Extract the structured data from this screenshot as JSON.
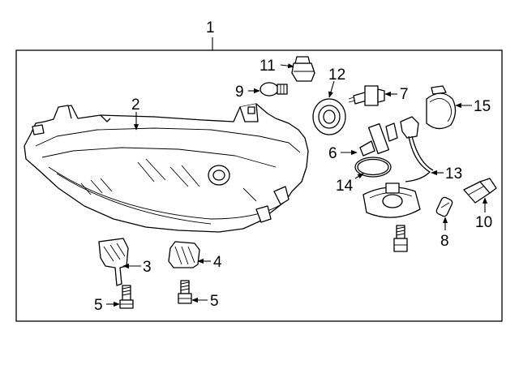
{
  "diagram": {
    "callouts": [
      {
        "id": "1",
        "label": "1"
      },
      {
        "id": "2",
        "label": "2"
      },
      {
        "id": "3",
        "label": "3"
      },
      {
        "id": "4",
        "label": "4"
      },
      {
        "id": "5a",
        "label": "5"
      },
      {
        "id": "5b",
        "label": "5"
      },
      {
        "id": "6",
        "label": "6"
      },
      {
        "id": "7",
        "label": "7"
      },
      {
        "id": "8",
        "label": "8"
      },
      {
        "id": "9",
        "label": "9"
      },
      {
        "id": "10",
        "label": "10"
      },
      {
        "id": "11",
        "label": "11"
      },
      {
        "id": "12",
        "label": "12"
      },
      {
        "id": "13",
        "label": "13"
      },
      {
        "id": "14",
        "label": "14"
      },
      {
        "id": "15",
        "label": "15"
      }
    ]
  }
}
